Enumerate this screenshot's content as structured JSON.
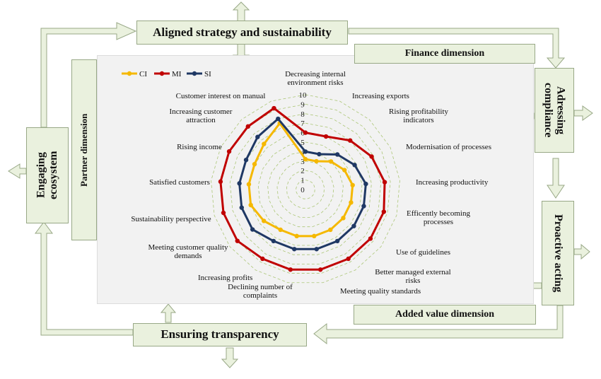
{
  "boxes": {
    "top": "Aligned strategy and sustainability",
    "finance": "Finance dimension",
    "compliance": "Adressing compliance",
    "proactive": "Proactive acting",
    "added_value": "Added value dimension",
    "bottom": "Ensuring transparency",
    "ecosystem": "Engaging ecosystem",
    "partner": "Partner dimension"
  },
  "colors": {
    "CI": "#f5b800",
    "MI": "#c00000",
    "SI": "#1f3864",
    "box_fill": "#eaf1de",
    "arrow_fill": "#eaf1de",
    "grid": "#9bbb59"
  },
  "chart_data": {
    "type": "radar",
    "rmin": 0,
    "rmax": 10,
    "tick_labels": [
      "0",
      "1",
      "2",
      "3",
      "4",
      "5",
      "6",
      "7",
      "8",
      "9",
      "10"
    ],
    "legend_position": "top-left",
    "categories": [
      "Decreasing internal environment risks",
      "Increasing exports",
      "Rising profitability indicators",
      "Modernisation of processes",
      "Increasing productivity",
      "Efficently becoming processes",
      "Use of guidelines",
      "Better managed external risks",
      "Meeting quality standards",
      "Declining number of complaints",
      "Increasing profits",
      "Meeting customer quality demands",
      "Sustainability perspective",
      "Satisfied customers",
      "Rising income",
      "Increasing customer attraction",
      "Customer interest on manual"
    ],
    "series": [
      {
        "name": "CI",
        "values": [
          3.2,
          3.2,
          4.0,
          4.6,
          5.0,
          5.0,
          5.0,
          5.0,
          5.0,
          5.0,
          5.0,
          5.5,
          6.0,
          6.0,
          6.0,
          6.5,
          7.5
        ]
      },
      {
        "name": "MI",
        "values": [
          6.0,
          6.0,
          7.0,
          7.8,
          8.4,
          8.6,
          8.6,
          8.6,
          8.6,
          8.6,
          8.6,
          9.0,
          9.0,
          9.0,
          9.0,
          9.0,
          9.2
        ]
      },
      {
        "name": "SI",
        "values": [
          4.0,
          4.0,
          5.0,
          5.8,
          6.4,
          6.4,
          6.4,
          6.4,
          6.4,
          6.4,
          6.4,
          7.0,
          7.0,
          7.0,
          7.0,
          7.5,
          8.0
        ]
      }
    ]
  }
}
